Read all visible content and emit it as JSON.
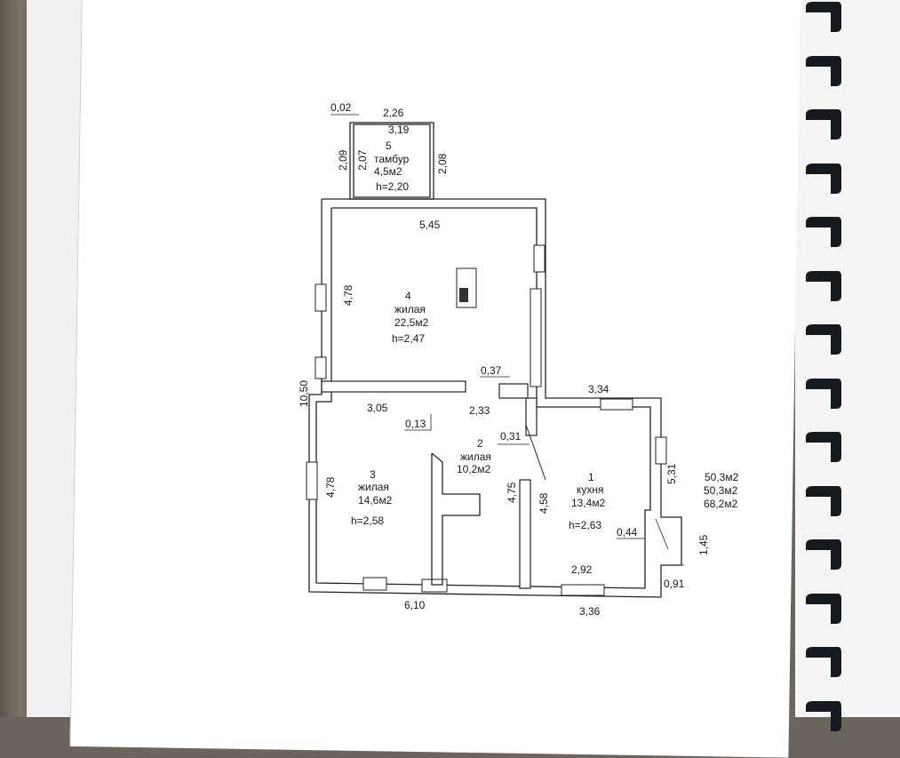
{
  "rooms": {
    "r5": {
      "number": "5",
      "name": "тамбур",
      "area": "4,5м2",
      "height": "h=2,20"
    },
    "r4": {
      "number": "4",
      "name": "жилая",
      "area": "22,5м2",
      "height": "h=2,47"
    },
    "r3": {
      "number": "3",
      "name": "жилая",
      "area": "14,6м2",
      "height": "h=2,58"
    },
    "r2": {
      "number": "2",
      "name": "жилая",
      "area": "10,2м2"
    },
    "r1": {
      "number": "1",
      "name": "кухня",
      "area": "13,4м2",
      "height": "h=2,63"
    }
  },
  "dims": {
    "d002": "0,02",
    "d226": "2,26",
    "d319": "3,19",
    "d209": "2,09",
    "d207": "2,07",
    "d208": "2,08",
    "d545": "5,45",
    "d478a": "4,78",
    "d1050": "10,50",
    "d037": "0,37",
    "d305": "3,05",
    "d233": "2,33",
    "d013": "0,13",
    "d334": "3,34",
    "d031": "0,31",
    "d478b": "4,78",
    "d475": "4,75",
    "d458": "4,58",
    "d531": "5,31",
    "d044": "0,44",
    "d145": "1,45",
    "d292": "2,92",
    "d091": "0,91",
    "d610": "6,10",
    "d336": "3,36"
  },
  "totals": [
    "50,3м2",
    "50,3м2",
    "68,2м2"
  ]
}
